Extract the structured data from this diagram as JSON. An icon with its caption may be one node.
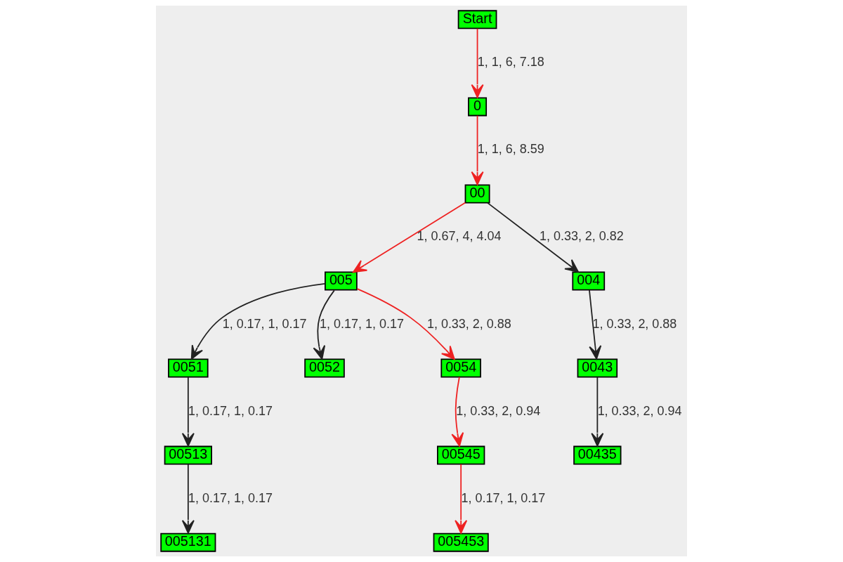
{
  "diagram": {
    "nodes": [
      {
        "text": [
          "Start"
        ]
      },
      {
        "text": [
          "0"
        ]
      },
      {
        "text": [
          "00"
        ]
      },
      {
        "text": [
          "005"
        ]
      },
      {
        "text": [
          "004"
        ]
      },
      {
        "text": [
          "0051"
        ]
      },
      {
        "text": [
          "0052"
        ]
      },
      {
        "text": [
          "0054"
        ]
      },
      {
        "text": [
          "0043"
        ]
      },
      {
        "text": [
          "00513"
        ]
      },
      {
        "text": [
          "00545"
        ]
      },
      {
        "text": [
          "00435"
        ]
      },
      {
        "text": [
          "005131"
        ]
      },
      {
        "text": [
          "005453"
        ]
      }
    ],
    "edges": [
      {
        "from": 0,
        "to": 1,
        "arrow": "to",
        "label": "1, 1, 6, 7.18",
        "color": "#ee2222"
      },
      {
        "from": 1,
        "to": 2,
        "arrow": "to",
        "label": "1, 1, 6, 8.59",
        "color": "#ee2222"
      },
      {
        "from": 2,
        "to": 3,
        "arrow": "to",
        "label": "1, 0.67, 4, 4.04",
        "color": "#ee2222"
      },
      {
        "from": 2,
        "to": 4,
        "arrow": "to",
        "label": "1, 0.33, 2, 0.82"
      },
      {
        "from": 3,
        "to": 5,
        "arrow": "to",
        "label": "1, 0.17, 1, 0.17"
      },
      {
        "from": 3,
        "to": 6,
        "arrow": "to",
        "label": "1, 0.17, 1, 0.17"
      },
      {
        "from": 3,
        "to": 7,
        "arrow": "to",
        "label": "1, 0.33, 2, 0.88",
        "color": "#ee2222"
      },
      {
        "from": 4,
        "to": 8,
        "arrow": "to",
        "label": "1, 0.33, 2, 0.88"
      },
      {
        "from": 5,
        "to": 9,
        "arrow": "to",
        "label": "1, 0.17, 1, 0.17"
      },
      {
        "from": 7,
        "to": 10,
        "arrow": "to",
        "label": "1, 0.33, 2, 0.94",
        "color": "#ee2222"
      },
      {
        "from": 8,
        "to": 11,
        "arrow": "to",
        "label": "1, 0.33, 2, 0.94"
      },
      {
        "from": 9,
        "to": 12,
        "arrow": "to",
        "label": "1, 0.17, 1, 0.17"
      },
      {
        "from": 10,
        "to": 13,
        "arrow": "to",
        "label": "1, 0.17, 1, 0.17",
        "color": "#ee2222"
      }
    ]
  }
}
